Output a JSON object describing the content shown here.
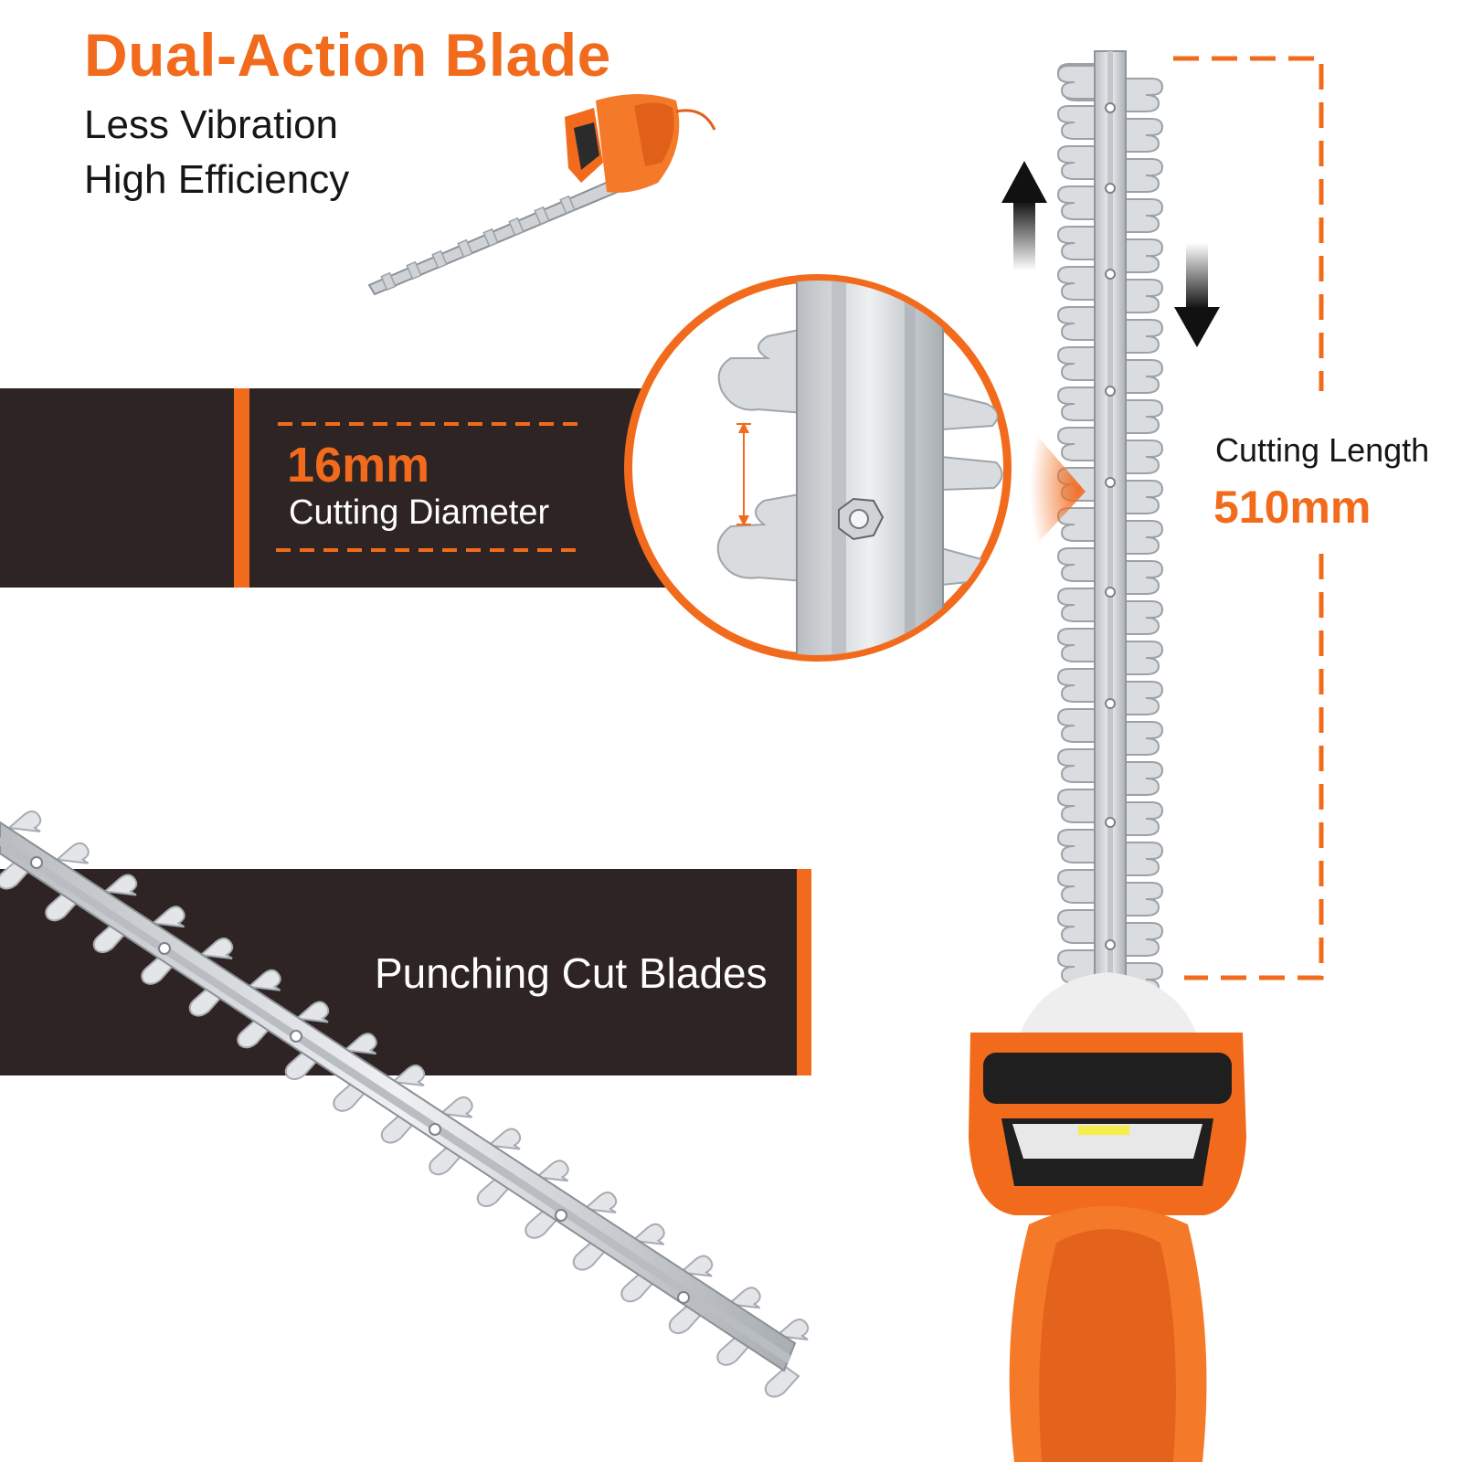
{
  "headline": {
    "title": "Dual-Action Blade",
    "line1": "Less Vibration",
    "line2": "High Efficiency"
  },
  "diameter": {
    "value": "16mm",
    "label": "Cutting Diameter"
  },
  "length": {
    "label": "Cutting Length",
    "value": "510mm"
  },
  "blades": {
    "label": "Punching Cut Blades"
  },
  "colors": {
    "accent": "#f26b1d",
    "band": "#2e2423",
    "blade": "#d7dadd",
    "text": "#161616"
  },
  "icons": {
    "up": "arrow-up-icon",
    "down": "arrow-down-icon"
  }
}
